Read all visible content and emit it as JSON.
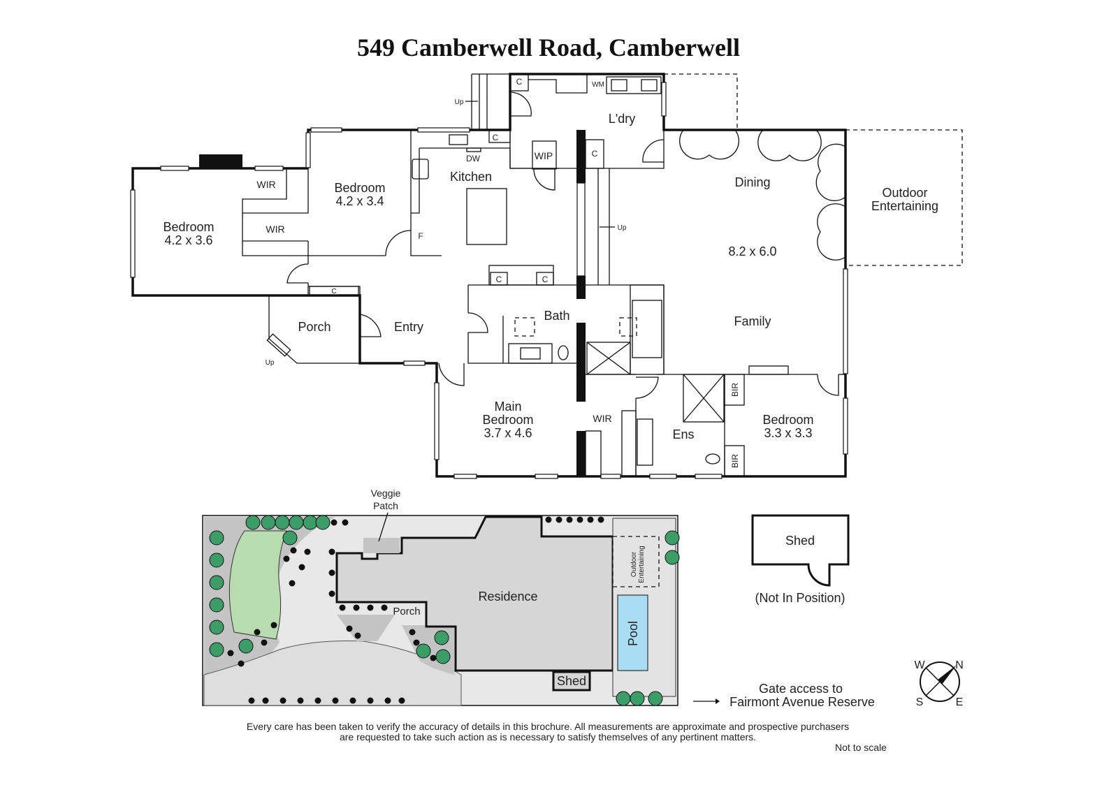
{
  "title": "549 Camberwell Road, Camberwell",
  "rooms": {
    "bedroom1": {
      "name": "Bedroom",
      "size": "4.2 x 3.6"
    },
    "bedroom2": {
      "name": "Bedroom",
      "size": "4.2 x 3.4"
    },
    "kitchen": "Kitchen",
    "laundry": "L'dry",
    "dining": "Dining",
    "living_size": "8.2 x 6.0",
    "family": "Family",
    "outdoor": [
      "Outdoor",
      "Entertaining"
    ],
    "porch": "Porch",
    "entry": "Entry",
    "bath": "Bath",
    "main_bedroom": {
      "name1": "Main",
      "name2": "Bedroom",
      "size": "3.7 x 4.6"
    },
    "wir_main": "WIR",
    "ens": "Ens",
    "bedroom3": {
      "name": "Bedroom",
      "size": "3.3 x 3.3"
    }
  },
  "fixtures": {
    "wir": "WIR",
    "wip": "WIP",
    "cupboard": "C",
    "dishwasher": "DW",
    "washing_machine": "WM",
    "fridge": "F",
    "bir": "BIR",
    "up": "Up"
  },
  "site": {
    "veggie": [
      "Veggie",
      "Patch"
    ],
    "residence": "Residence",
    "porch": "Porch",
    "outdoor": [
      "Outdoor",
      "Entertaining"
    ],
    "pool": "Pool",
    "shed": "Shed",
    "gate": [
      "Gate access to",
      "Fairmont Avenue Reserve"
    ]
  },
  "shed_detail": {
    "label": "Shed",
    "note": "(Not In Position)"
  },
  "compass": {
    "n": "N",
    "s": "S",
    "e": "E",
    "w": "W"
  },
  "disclaimer": [
    "Every care has been taken to verify the accuracy of details in this brochure.  All measurements are approximate and prospective purchasers",
    "are requested to take such action as is necessary to satisfy themselves of any pertinent matters."
  ],
  "scale_note": "Not to scale",
  "colors": {
    "lawn": "#b9dbb0",
    "pool": "#a9ddf4",
    "tree": "#3d9d68",
    "residence": "#d6d6d6",
    "path": "#e8e8e8",
    "bed": "#c4c4c4"
  }
}
